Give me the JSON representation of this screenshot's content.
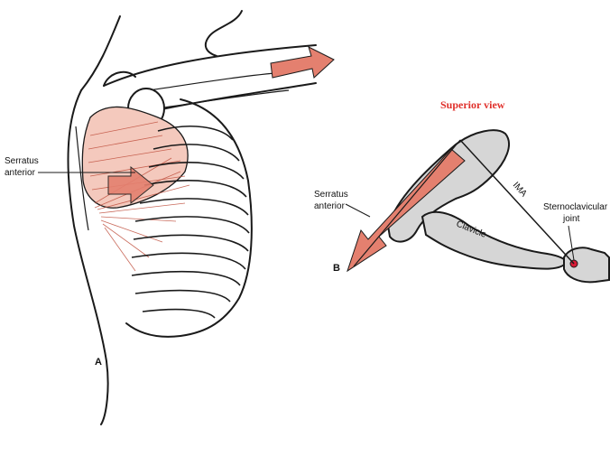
{
  "panel_a": {
    "letter": "A",
    "serratus_label_line1": "Serratus",
    "serratus_label_line2": "anterior"
  },
  "panel_b": {
    "letter": "B",
    "title": "Superior view",
    "serratus_label_line1": "Serratus",
    "serratus_label_line2": "anterior",
    "ima_label": "IMA",
    "clavicle_label": "Clavicle",
    "sc_joint_line1": "Sternoclavicular",
    "sc_joint_line2": "joint"
  },
  "colors": {
    "arrow": "#e4806f",
    "muscle": "#f4c9bd",
    "bone": "#d6d6d6",
    "title": "#e0302b",
    "joint": "#d81b36"
  }
}
